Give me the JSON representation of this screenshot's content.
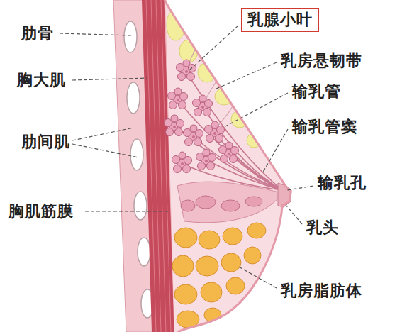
{
  "diagram": {
    "nodes": [
      {
        "text": [
          "乳腺小叶"
        ]
      }
    ],
    "labels": [
      "肋骨",
      "胸大肌",
      "肋间肌",
      "胸肌筋膜",
      "乳房悬韧带",
      "输乳管",
      "输乳管窦",
      "输乳孔",
      "乳头",
      "乳房脂肪体"
    ]
  }
}
